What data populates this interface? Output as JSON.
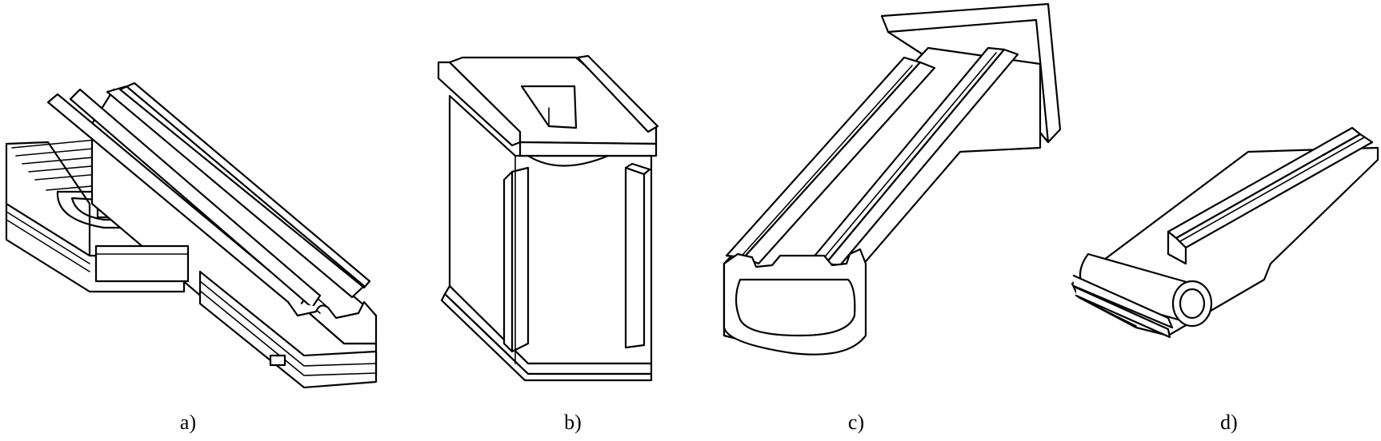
{
  "figure": {
    "panels": [
      {
        "id": "a",
        "label": "a)",
        "icon": "machine-bed-casting-with-side-wing-icon"
      },
      {
        "id": "b",
        "label": "b)",
        "icon": "box-column-casting-icon"
      },
      {
        "id": "c",
        "label": "c)",
        "icon": "hollow-slideway-bed-casting-with-flange-icon"
      },
      {
        "id": "d",
        "label": "d)",
        "icon": "tubular-slideway-casting-icon"
      }
    ],
    "line_color": "#000000",
    "background": "#ffffff"
  }
}
